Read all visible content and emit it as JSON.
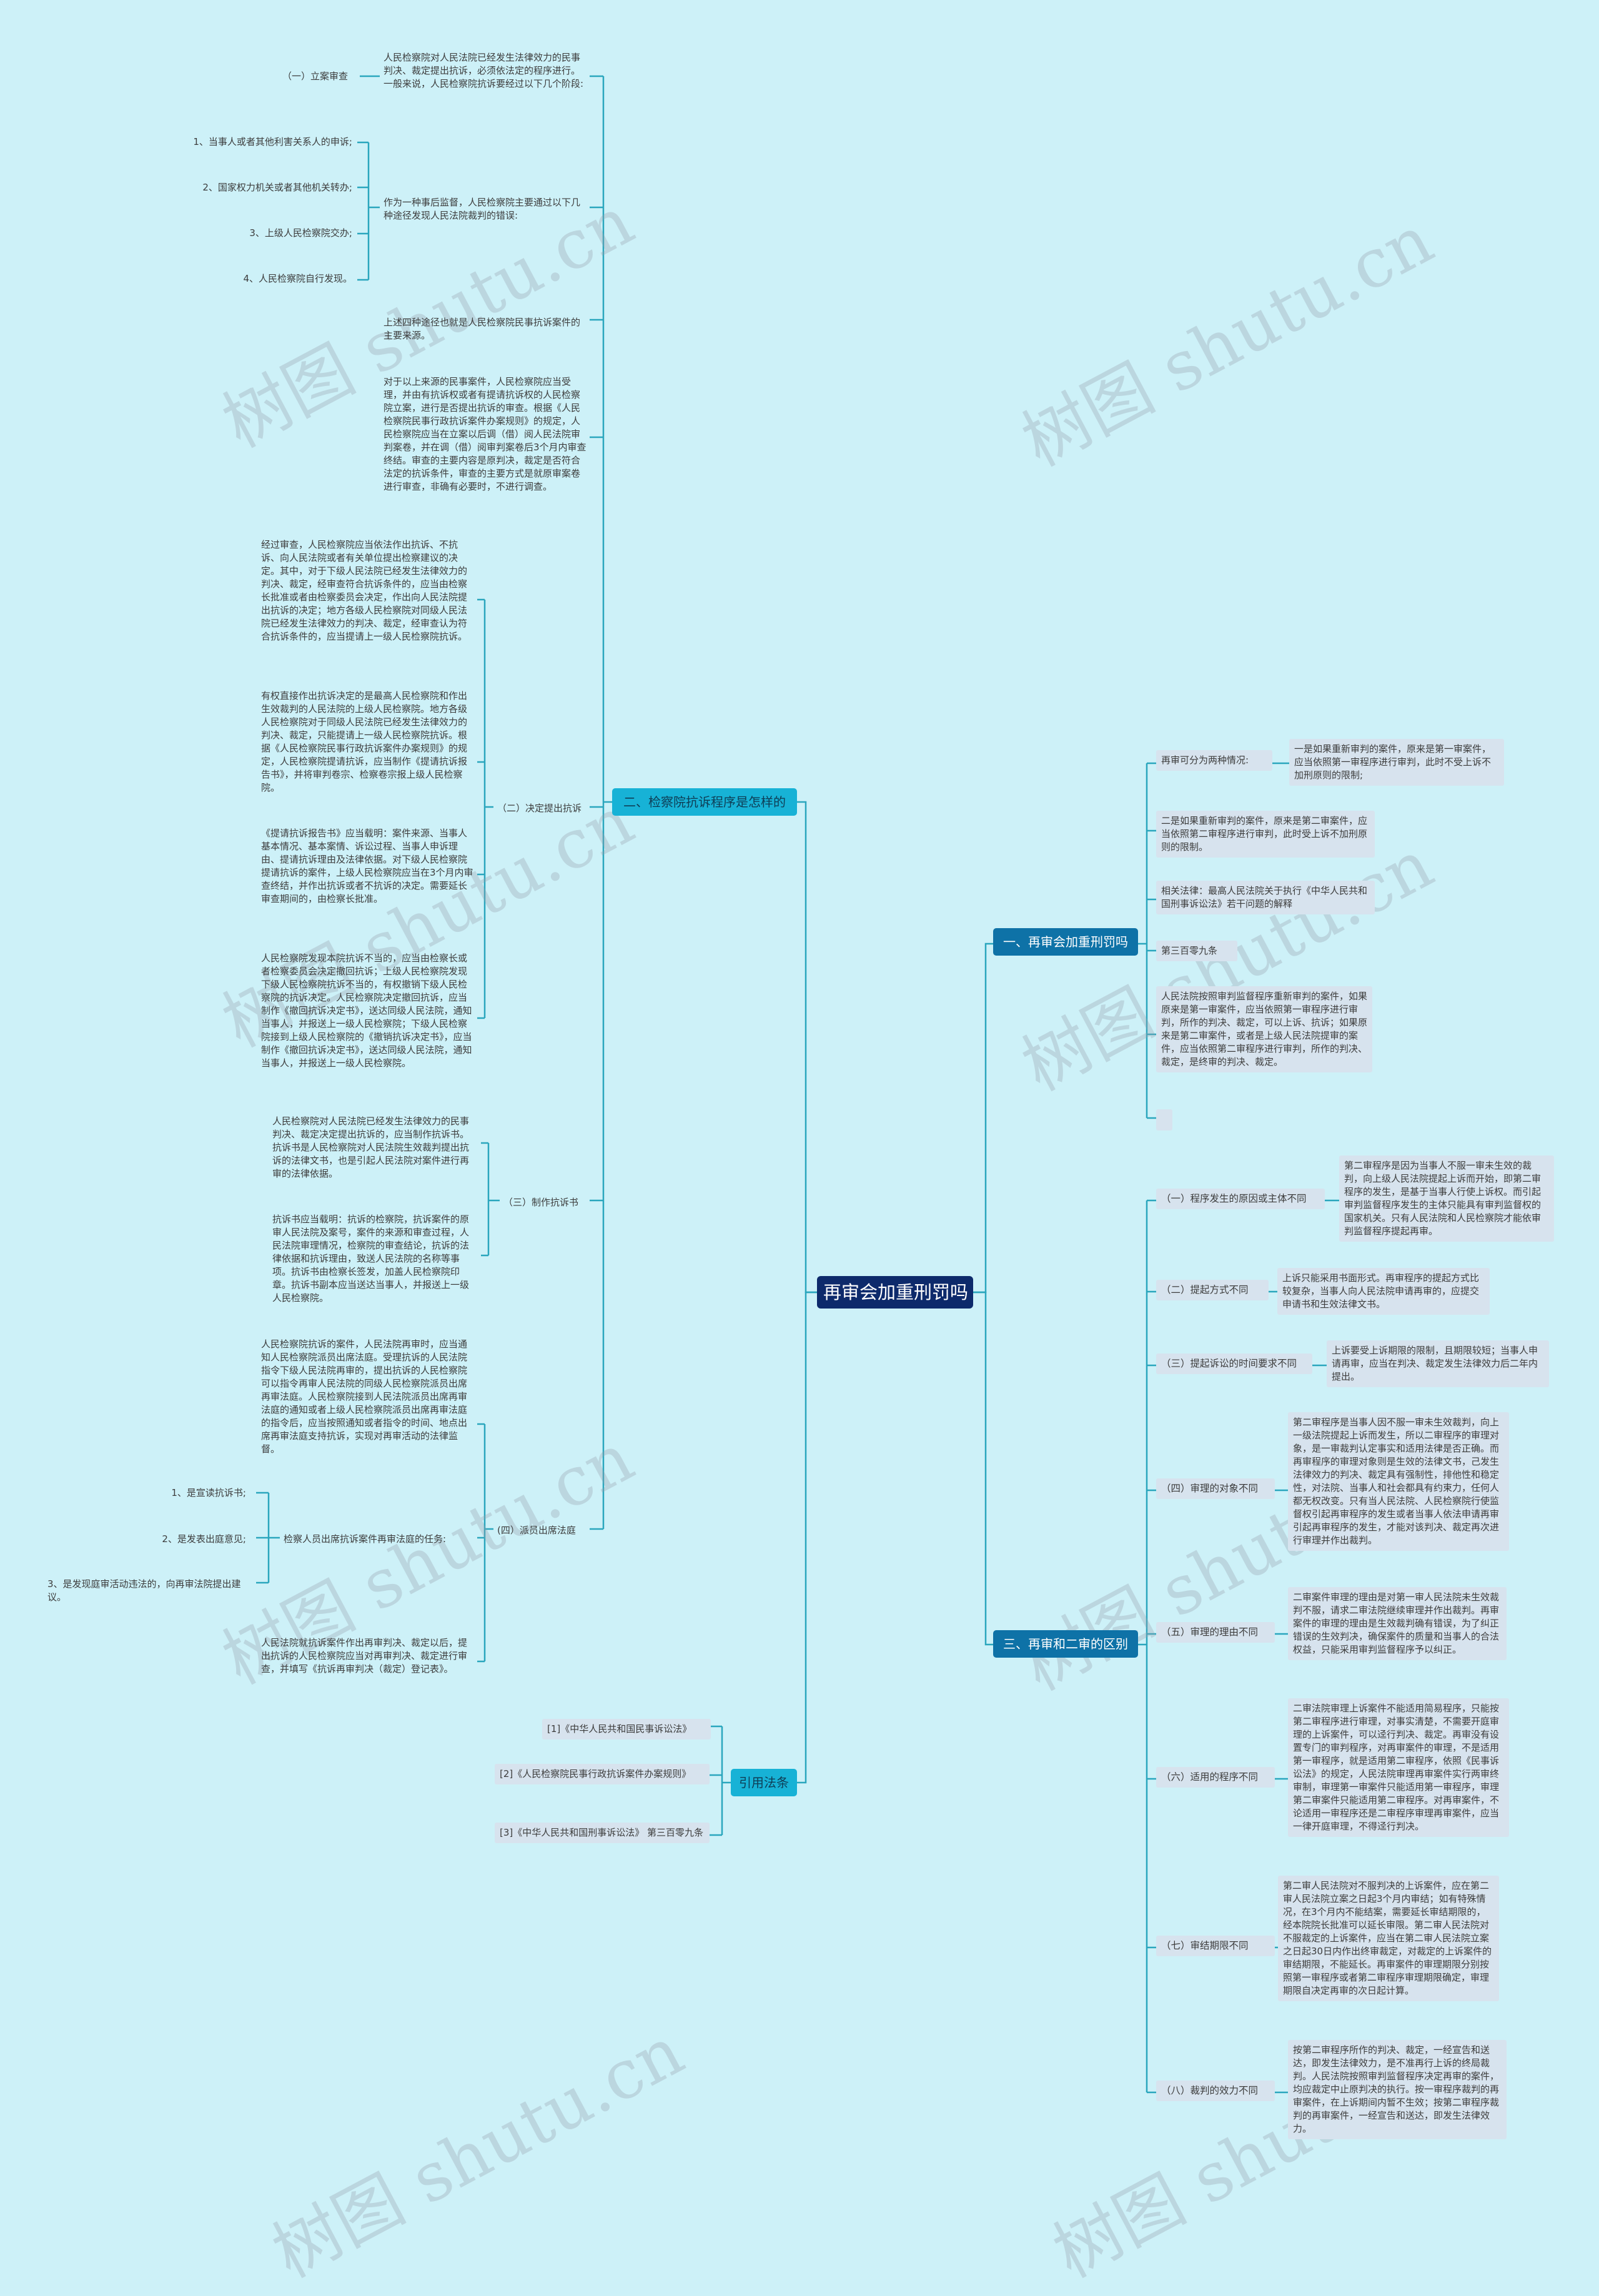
{
  "colors": {
    "background": "#cdf1f8",
    "root": "#0d2a6b",
    "main_dark": "#0e72a7",
    "main_light": "#17b2d6",
    "line": "#2aa6bd",
    "box": "#d7e3ee"
  },
  "watermark": "树图 shutu.cn",
  "root": "再审会加重刑罚吗",
  "right": {
    "branch1": {
      "title": "一、再审会加重刑罚吗",
      "items": [
        "再审可分为两种情况:",
        "一是如果重新审判的案件，原来是第一审案件，应当依照第一审程序进行审判，此时不受上诉不加刑原则的限制;",
        "二是如果重新审判的案件，原来是第二审案件，应当依照第二审程序进行审判，此时受上诉不加刑原则的限制。",
        "相关法律：最高人民法院关于执行《中华人民共和国刑事诉讼法》若干问题的解释",
        "第三百零九条",
        "人民法院按照审判监督程序重新审判的案件，如果原来是第一审案件，应当依照第一审程序进行审判，所作的判决、裁定，可以上诉、抗诉；如果原来是第二审案件，或者是上级人民法院提审的案件，应当依照第二审程序进行审判，所作的判决、裁定，是终审的判决、裁定。",
        ""
      ]
    },
    "branch2": {
      "title": "三、再审和二审的区别",
      "items": [
        {
          "label": "（一）程序发生的原因或主体不同",
          "text": "第二审程序是因为当事人不服一审未生效的裁判，向上级人民法院提起上诉而开始，即第二审程序的发生，是基于当事人行使上诉权。而引起审判监督程序发生的主体只能具有审判监督权的国家机关。只有人民法院和人民检察院才能依审判监督程序提起再审。"
        },
        {
          "label": "（二）提起方式不同",
          "text": "上诉只能采用书面形式。再审程序的提起方式比较复杂，当事人向人民法院申请再审的，应提交申请书和生效法律文书。"
        },
        {
          "label": "（三）提起诉讼的时间要求不同",
          "text": "上诉要受上诉期限的限制，且期限较短；当事人申请再审，应当在判决、裁定发生法律效力后二年内提出。"
        },
        {
          "label": "（四）审理的对象不同",
          "text": "第二审程序是当事人因不服一审未生效裁判，向上一级法院提起上诉而发生，所以二审程序的审理对象，是一审裁判认定事实和适用法律是否正确。而再审程序的审理对象则是生效的法律文书，己发生法律效力的判决、裁定具有强制性，排他性和稳定性，对法院、当事人和社会都具有约束力，任何人都无权改变。只有当人民法院、人民检察院行使监督权引起再审程序的发生或者当事人依法申请再审引起再审程序的发生，才能对该判决、裁定再次进行审理并作出裁判。"
        },
        {
          "label": "（五）审理的理由不同",
          "text": "二审案件审理的理由是对第一审人民法院未生效裁判不服，请求二审法院继续审理并作出裁判。再审案件的审理的理由是生效裁判确有错误，为了纠正错误的生效判决，确保案件的质量和当事人的合法权益，只能采用审判监督程序予以纠正。"
        },
        {
          "label": "（六）适用的程序不同",
          "text": "二审法院审理上诉案件不能适用简易程序，只能按第二审程序进行审理，对事实清楚，不需要开庭审理的上诉案件，可以迳行判决、裁定。再审没有设置专门的审判程序，对再审案件的审理，不是适用第一审程序，就是适用第二审程序，依照《民事诉讼法》的规定，人民法院审理再审案件实行两审终审制，审理第一审案件只能适用第一审程序，审理第二审案件只能适用第二审程序。对再审案件，不论适用一审程序还是二审程序审理再审案件，应当一律开庭审理，不得迳行判决。"
        },
        {
          "label": "（七）审结期限不同",
          "text": "第二审人民法院对不服判决的上诉案件，应在第二审人民法院立案之日起3个月内审结；如有特殊情况，在3个月内不能结案，需要延长审结期限的，经本院院长批准可以延长审限。第二审人民法院对不服裁定的上诉案件，应当在第二审人民法院立案之日起30日内作出终审裁定，对裁定的上诉案件的审结期限，不能延长。再审案件的审理期限分别按照第一审程序或者第二审程序审理期限确定，审理期限自决定再审的次日起计算。"
        },
        {
          "label": "（八）裁判的效力不同",
          "text": "按第二审程序所作的判决、裁定，一经宣告和送达，即发生法律效力，是不准再行上诉的终局裁判。人民法院按照审判监督程序决定再审的案件，均应裁定中止原判决的执行。按一审程序裁判的再审案件，在上诉期间内暂不生效；按第二审程序裁判的再审案件，一经宣告和送达，即发生法律效力。"
        }
      ]
    }
  },
  "left": {
    "branch3": {
      "title": "二、检察院抗诉程序是怎样的",
      "s1": {
        "label": "（一）立案审查",
        "intro": "人民检察院对人民法院已经发生法律效力的民事判决、裁定提出抗诉，必须依法定的程序进行。一般来说，人民检察院抗诉要经过以下几个阶段:",
        "sub_label": "作为一种事后监督，人民检察院主要通过以下几种途径发现人民法院裁判的错误:",
        "ways": [
          "1、当事人或者其他利害关系人的申诉;",
          "2、国家权力机关或者其他机关转办;",
          "3、上级人民检察院交办;",
          "4、人民检察院自行发现。"
        ],
        "p2": "上述四种途径也就是人民检察院民事抗诉案件的主要来源。",
        "p3": "对于以上来源的民事案件，人民检察院应当受理，并由有抗诉权或者有提请抗诉权的人民检察院立案，进行是否提出抗诉的审查。根据《人民检察院民事行政抗诉案件办案规则》的规定，人民检察院应当在立案以后调（借）阅人民法院审判案卷，并在调（借）阅审判案卷后3个月内审查终结。审查的主要内容是原判决，裁定是否符合法定的抗诉条件，审查的主要方式是就原审案卷进行审查，非确有必要时，不进行调查。"
      },
      "s2": {
        "label": "（二）决定提出抗诉",
        "texts": [
          "经过审查，人民检察院应当依法作出抗诉、不抗诉、向人民法院或者有关单位提出检察建议的决定。其中，对于下级人民法院已经发生法律效力的判决、裁定，经审查符合抗诉条件的，应当由检察长批准或者由检察委员会决定，作出向人民法院提出抗诉的决定；地方各级人民检察院对同级人民法院已经发生法律效力的判决、裁定，经审查认为符合抗诉条件的，应当提请上一级人民检察院抗诉。",
          "有权直接作出抗诉决定的是最高人民检察院和作出生效裁判的人民法院的上级人民检察院。地方各级人民检察院对于同级人民法院已经发生法律效力的判决、裁定，只能提请上一级人民检察院抗诉。根据《人民检察院民事行政抗诉案件办案规则》的规定，人民检察院提请抗诉，应当制作《提请抗诉报告书》，并将审判卷宗、检察卷宗报上级人民检察院。",
          "《提请抗诉报告书》应当载明：案件来源、当事人基本情况、基本案情、诉讼过程、当事人申诉理由、提请抗诉理由及法律依据。对下级人民检察院提请抗诉的案件，上级人民检察院应当在3个月内审查终结，并作出抗诉或者不抗诉的决定。需要延长审查期间的，由检察长批准。",
          "人民检察院发现本院抗诉不当的，应当由检察长或者检察委员会决定撤回抗诉；上级人民检察院发现下级人民检察院抗诉不当的，有权撤销下级人民检察院的抗诉决定。人民检察院决定撤回抗诉，应当制作《撤回抗诉决定书》，送达同级人民法院，通知当事人，并报送上一级人民检察院；下级人民检察院接到上级人民检察院的《撤销抗诉决定书》，应当制作《撤回抗诉决定书》，送达同级人民法院，通知当事人，并报送上一级人民检察院。"
        ]
      },
      "s3": {
        "label": "（三）制作抗诉书",
        "texts": [
          "人民检察院对人民法院已经发生法律效力的民事判决、裁定决定提出抗诉的，应当制作抗诉书。抗诉书是人民检察院对人民法院生效裁判提出抗诉的法律文书，也是引起人民法院对案件进行再审的法律依据。",
          "抗诉书应当载明：抗诉的检察院，抗诉案件的原审人民法院及案号，案件的来源和审查过程，人民法院审理情况，检察院的审查结论，抗诉的法律依据和抗诉理由，致送人民法院的名称等事项。抗诉书由检察长签发，加盖人民检察院印章。抗诉书副本应当送达当事人，并报送上一级人民检察院。"
        ]
      },
      "s4": {
        "label": "(四）派员出席法庭",
        "p1": "人民检察院抗诉的案件，人民法院再审时，应当通知人民检察院派员出席法庭。受理抗诉的人民法院指令下级人民法院再审的，提出抗诉的人民检察院可以指令再审人民法院的同级人民检察院派员出席再审法庭。人民检察院接到人民法院派员出席再审法庭的通知或者上级人民检察院派员出席再审法庭的指令后，应当按照通知或者指令的时间、地点出席再审法庭支持抗诉，实现对再审活动的法律监督。",
        "sub_label": "检察人员出席抗诉案件再审法庭的任务:",
        "tasks": [
          "1、是宣读抗诉书;",
          "2、是发表出庭意见;",
          "3、是发现庭审活动违法的，向再审法院提出建议。"
        ],
        "p2": "人民法院就抗诉案件作出再审判决、裁定以后，提出抗诉的人民检察院应当对再审判决、裁定进行审查，并填写《抗诉再审判决（裁定）登记表》。"
      }
    },
    "branch4": {
      "title": "引用法条",
      "items": [
        "[1]《中华人民共和国民事诉讼法》",
        "[2]《人民检察院民事行政抗诉案件办案规则》",
        "[3]《中华人民共和国刑事诉讼法》 第三百零九条"
      ]
    }
  }
}
